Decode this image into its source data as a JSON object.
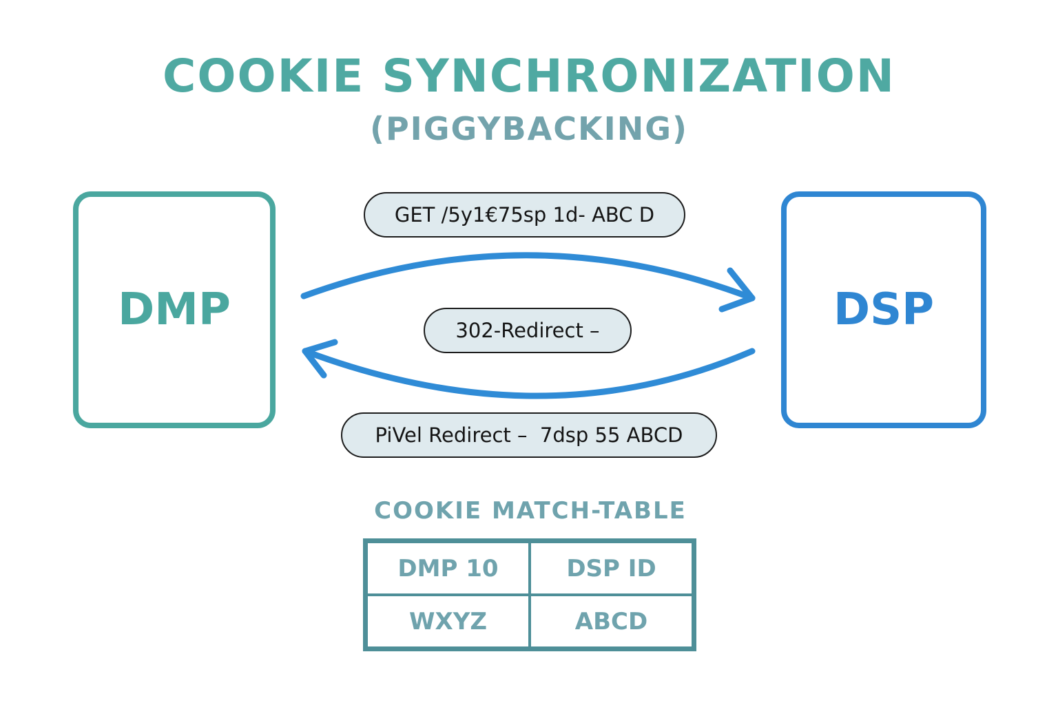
{
  "title": "COOKIE SYNCHRONIZATION",
  "subtitle": "(PIGGYBACKING)",
  "nodes": {
    "left": "DMP",
    "right": "DSP"
  },
  "messages": [
    "GET /5y1€75sp 1d- ABC D",
    "302-Redirect –",
    "PiVel Redirect –  7dsp 55 ABCD"
  ],
  "table": {
    "title": "COOKIE MATCH-TABLE",
    "headers": [
      "DMP 10",
      "DSP ID"
    ],
    "rows": [
      [
        "WXYZ",
        "ABCD"
      ]
    ]
  },
  "colors": {
    "teal": "#4aa79f",
    "blue": "#2f86d2",
    "pill": "#dfeaee"
  }
}
